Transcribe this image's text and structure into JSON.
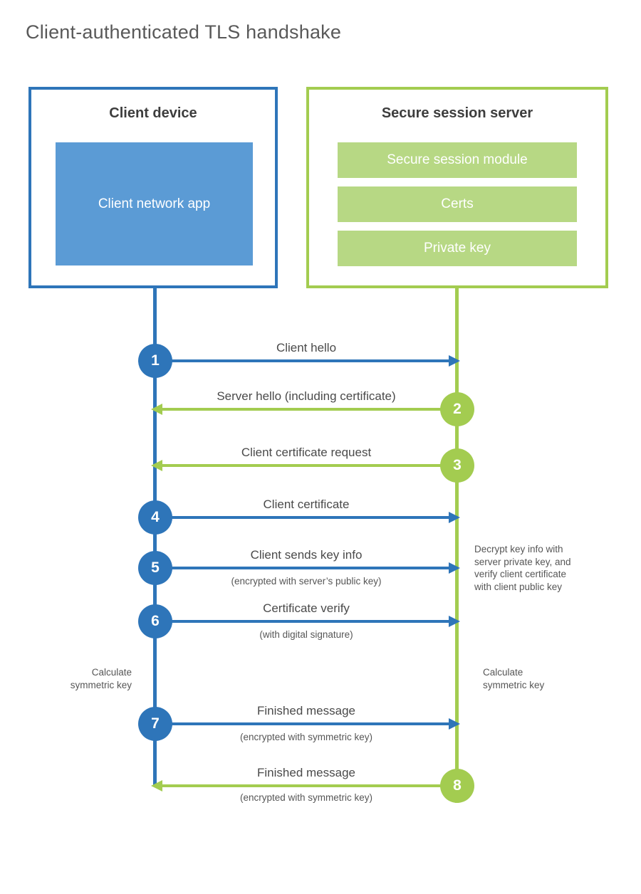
{
  "title": "Client-authenticated TLS handshake",
  "colors": {
    "blue": "#2e75b9",
    "blue_fill": "#5b9bd5",
    "green": "#a3cc50",
    "green_fill": "#b7d884"
  },
  "client": {
    "title": "Client device",
    "app_label": "Client network app"
  },
  "server": {
    "title": "Secure session server",
    "modules": [
      "Secure session module",
      "Certs",
      "Private key"
    ]
  },
  "messages": [
    {
      "num": "1",
      "label": "Client hello",
      "sub": "",
      "direction": "right",
      "color": "blue"
    },
    {
      "num": "2",
      "label": "Server hello (including certificate)",
      "sub": "",
      "direction": "left",
      "color": "green"
    },
    {
      "num": "3",
      "label": "Client certificate request",
      "sub": "",
      "direction": "left",
      "color": "green"
    },
    {
      "num": "4",
      "label": "Client certificate",
      "sub": "",
      "direction": "right",
      "color": "blue"
    },
    {
      "num": "5",
      "label": "Client sends key info",
      "sub": "(encrypted with server’s public key)",
      "direction": "right",
      "color": "blue"
    },
    {
      "num": "6",
      "label": "Certificate verify",
      "sub": "(with digital signature)",
      "direction": "right",
      "color": "blue"
    },
    {
      "num": "7",
      "label": "Finished message",
      "sub": "(encrypted with symmetric key)",
      "direction": "right",
      "color": "blue"
    },
    {
      "num": "8",
      "label": "Finished message",
      "sub": "(encrypted with symmetric key)",
      "direction": "left",
      "color": "green"
    }
  ],
  "annotations": {
    "decrypt_lines": [
      "Decrypt key info with",
      "server private key, and",
      "verify client certificate",
      "with client public key"
    ],
    "calc_left_lines": [
      "Calculate",
      "symmetric key"
    ],
    "calc_right_lines": [
      "Calculate",
      "symmetric key"
    ]
  }
}
